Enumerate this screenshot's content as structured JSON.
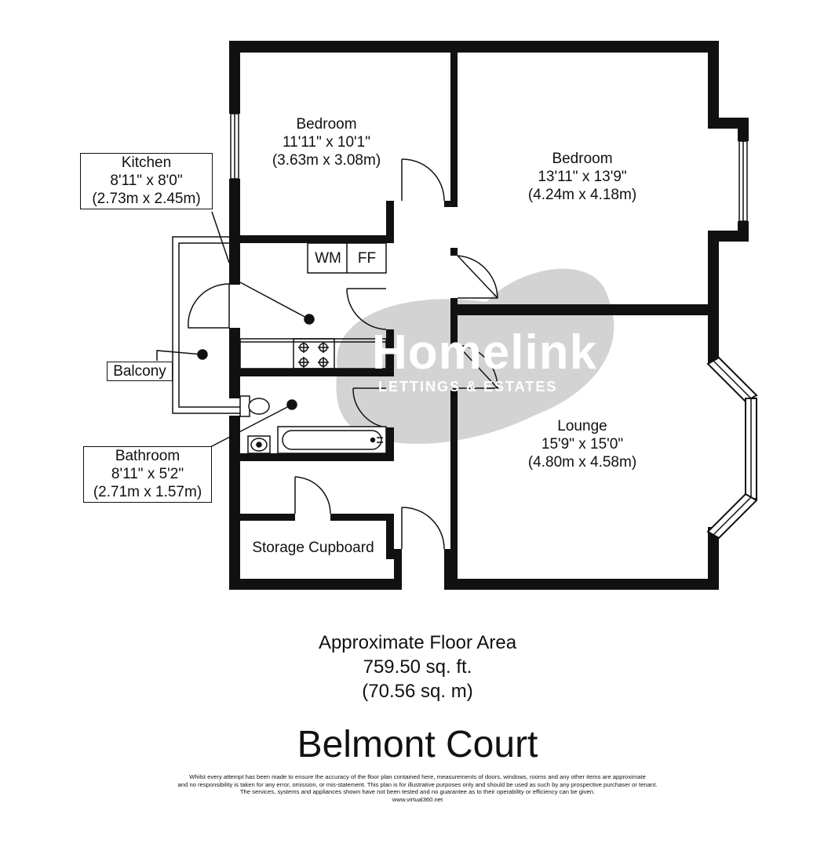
{
  "watermark": {
    "brand": "Homelink",
    "tagline": "LETTINGS & ESTATES"
  },
  "rooms": {
    "bedroom_1": {
      "name": "Bedroom",
      "imperial": "11'11\" x 10'1\"",
      "metric": "(3.63m x 3.08m)"
    },
    "bedroom_2": {
      "name": "Bedroom",
      "imperial": "13'11\" x 13'9\"",
      "metric": "(4.24m x 4.18m)"
    },
    "kitchen": {
      "name": "Kitchen",
      "imperial": "8'11\" x 8'0\"",
      "metric": "(2.73m x 2.45m)"
    },
    "bathroom": {
      "name": "Bathroom",
      "imperial": "8'11\" x 5'2\"",
      "metric": "(2.71m x 1.57m)"
    },
    "lounge": {
      "name": "Lounge",
      "imperial": "15'9\" x 15'0\"",
      "metric": "(4.80m x 4.58m)"
    },
    "balcony": {
      "name": "Balcony"
    },
    "storage": {
      "name": "Storage Cupboard"
    }
  },
  "appliances": {
    "washing_machine": "WM",
    "fridge_freezer": "FF"
  },
  "floor_area": {
    "heading": "Approximate Floor Area",
    "imperial": "759.50 sq. ft.",
    "metric": "(70.56 sq. m)"
  },
  "property_name": "Belmont Court",
  "disclaimer": [
    "Whilst every attempt has been made to ensure the accuracy of the floor plan contained here, measurements of doors, windows, rooms and any other items are approximate",
    "and no responsibility is taken for any error, omission, or mis-statement. This plan is for illustrative purposes only and should be used as such by any prospective purchaser or tenant.",
    "The services, systems and appliances shown have not been tested and no guarantee as to their operability or efficiency can be given.",
    "www.virtual360.net"
  ]
}
